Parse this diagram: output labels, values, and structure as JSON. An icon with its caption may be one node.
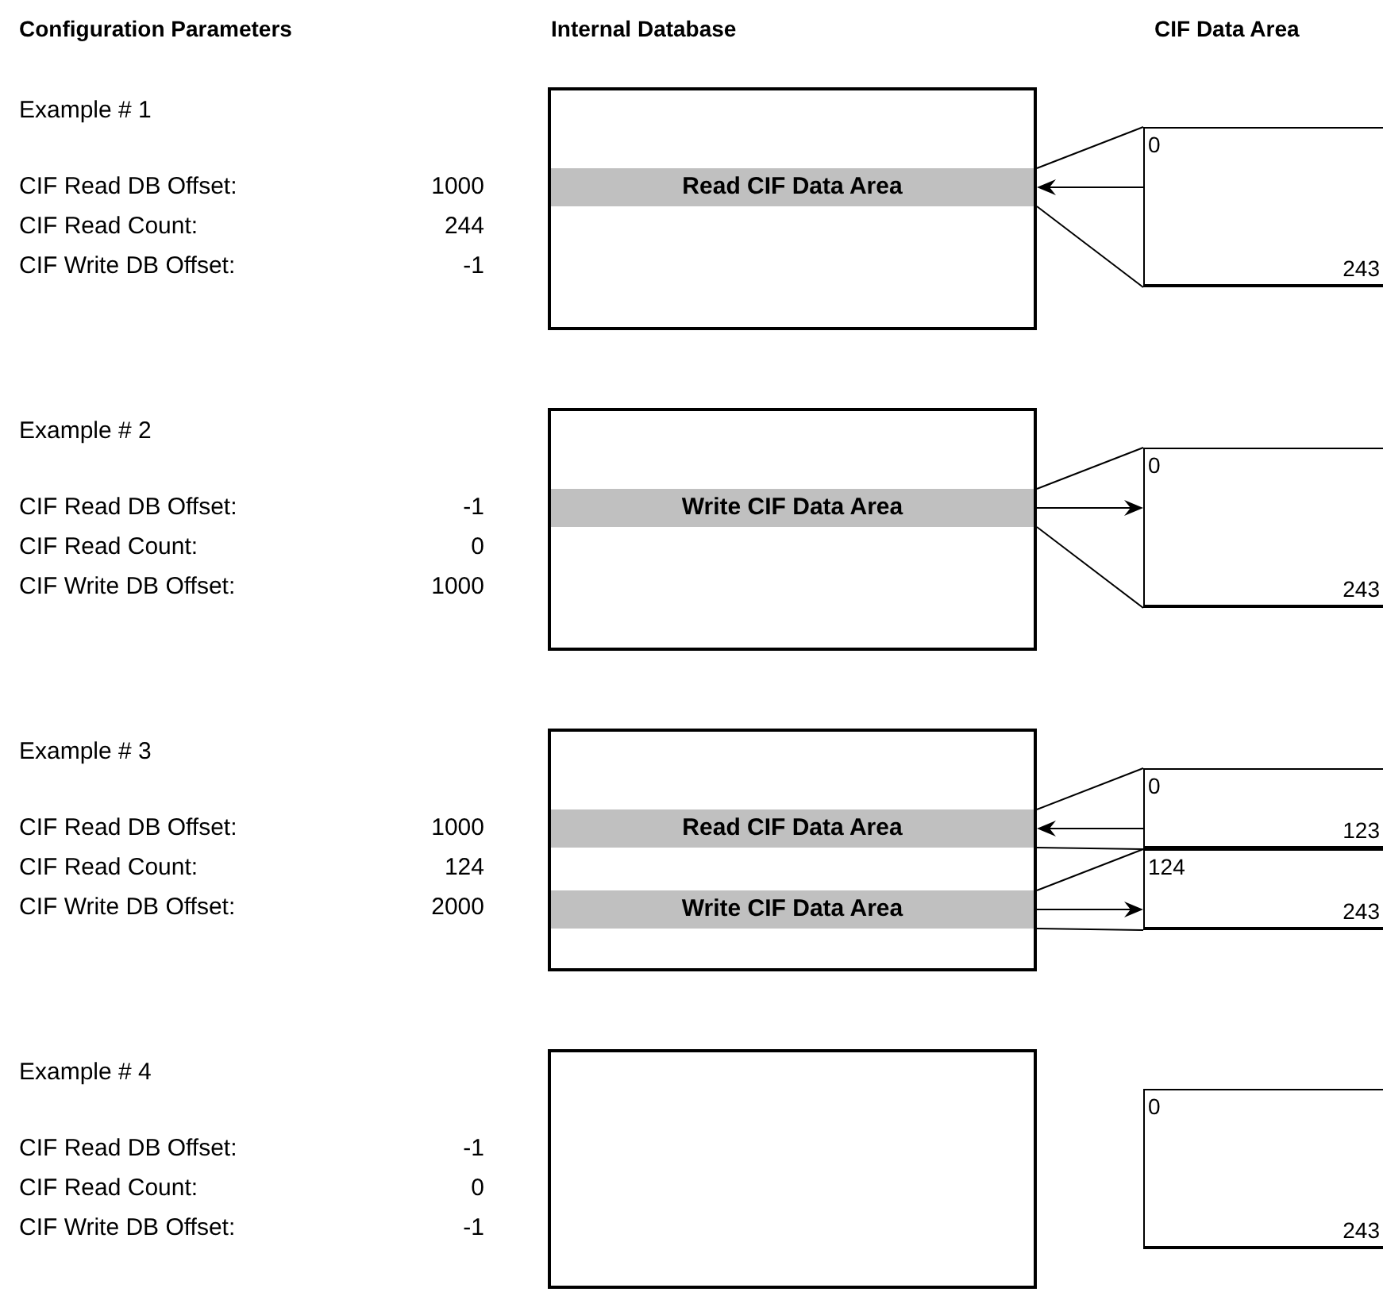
{
  "diagram": {
    "nodes": [
      {
        "text": [],
        "shape": "box"
      },
      {
        "text": [
          "Read CIF Data Area"
        ],
        "in": 0
      },
      {
        "text": [
          "0",
          "243"
        ]
      },
      {
        "text": [],
        "shape": "box"
      },
      {
        "text": [
          "Write CIF Data Area"
        ],
        "in": 3
      },
      {
        "text": [
          "0",
          "243"
        ]
      },
      {
        "text": [],
        "shape": "box"
      },
      {
        "text": [
          "Read CIF Data Area"
        ],
        "in": 6
      },
      {
        "text": [
          "Write CIF Data Area"
        ],
        "in": 6
      },
      {
        "text": [
          "0",
          "123"
        ]
      },
      {
        "text": [
          "124",
          "243"
        ]
      },
      {
        "text": [],
        "shape": "box"
      },
      {
        "text": [
          "0",
          "243"
        ]
      }
    ],
    "edges": [
      {
        "from": 2,
        "to": 1,
        "arrow": "to"
      },
      {
        "from": 1,
        "to": 2,
        "arrow": "none"
      },
      {
        "from": 1,
        "to": 2,
        "arrow": "none"
      },
      {
        "from": 4,
        "to": 5,
        "arrow": "to"
      },
      {
        "from": 4,
        "to": 5,
        "arrow": "none"
      },
      {
        "from": 4,
        "to": 5,
        "arrow": "none"
      },
      {
        "from": 9,
        "to": 7,
        "arrow": "to"
      },
      {
        "from": 7,
        "to": 9,
        "arrow": "none"
      },
      {
        "from": 7,
        "to": 9,
        "arrow": "none"
      },
      {
        "from": 8,
        "to": 10,
        "arrow": "to"
      },
      {
        "from": 8,
        "to": 10,
        "arrow": "none"
      },
      {
        "from": 8,
        "to": 10,
        "arrow": "none"
      }
    ],
    "labels": [
      "Configuration Parameters",
      "Internal Database",
      "CIF Data Area",
      "Example # 1",
      "CIF Read DB Offset:",
      "1000",
      "CIF Read Count:",
      "244",
      "CIF Write DB Offset:",
      "-1",
      "Example # 2",
      "CIF Read DB Offset:",
      "-1",
      "CIF Read Count:",
      "0",
      "CIF Write DB Offset:",
      "1000",
      "Example # 3",
      "CIF Read DB Offset:",
      "1000",
      "CIF Read Count:",
      "124",
      "CIF Write DB Offset:",
      "2000",
      "Example # 4",
      "CIF Read DB Offset:",
      "-1",
      "CIF Read Count:",
      "0",
      "CIF Write DB Offset:",
      "-1"
    ]
  }
}
